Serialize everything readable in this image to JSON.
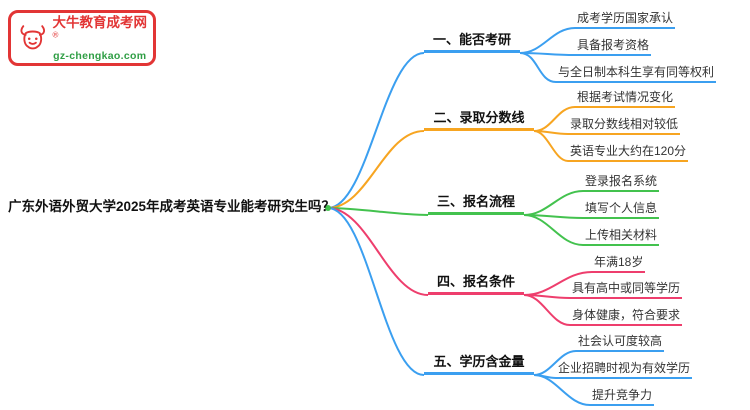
{
  "logo": {
    "name": "大牛教育成考网",
    "registered_mark": "®",
    "url": "gz-chengkao.com",
    "brand_color": "#e23535",
    "url_color": "#2f9e44"
  },
  "root": {
    "text": "广东外语外贸大学2025年成考英语专业能考研究生吗？"
  },
  "colors": {
    "branch1": "#3b9ff0",
    "branch2": "#f7a521",
    "branch3": "#43c24e",
    "branch4": "#ee3e6d",
    "branch5": "#3b9ff0"
  },
  "branches": [
    {
      "label": "一、能否考研",
      "color": "#3b9ff0",
      "children": [
        {
          "text": "成考学历国家承认"
        },
        {
          "text": "具备报考资格"
        },
        {
          "text": "与全日制本科生享有同等权利"
        }
      ]
    },
    {
      "label": "二、录取分数线",
      "color": "#f7a521",
      "children": [
        {
          "text": "根据考试情况变化"
        },
        {
          "text": "录取分数线相对较低"
        },
        {
          "text": "英语专业大约在120分"
        }
      ]
    },
    {
      "label": "三、报名流程",
      "color": "#43c24e",
      "children": [
        {
          "text": "登录报名系统"
        },
        {
          "text": "填写个人信息"
        },
        {
          "text": "上传相关材料"
        }
      ]
    },
    {
      "label": "四、报名条件",
      "color": "#ee3e6d",
      "children": [
        {
          "text": "年满18岁"
        },
        {
          "text": "具有高中或同等学历"
        },
        {
          "text": "身体健康，符合要求"
        }
      ]
    },
    {
      "label": "五、学历含金量",
      "color": "#3b9ff0",
      "children": [
        {
          "text": "社会认可度较高"
        },
        {
          "text": "企业招聘时视为有效学历"
        },
        {
          "text": "提升竞争力"
        }
      ]
    }
  ]
}
